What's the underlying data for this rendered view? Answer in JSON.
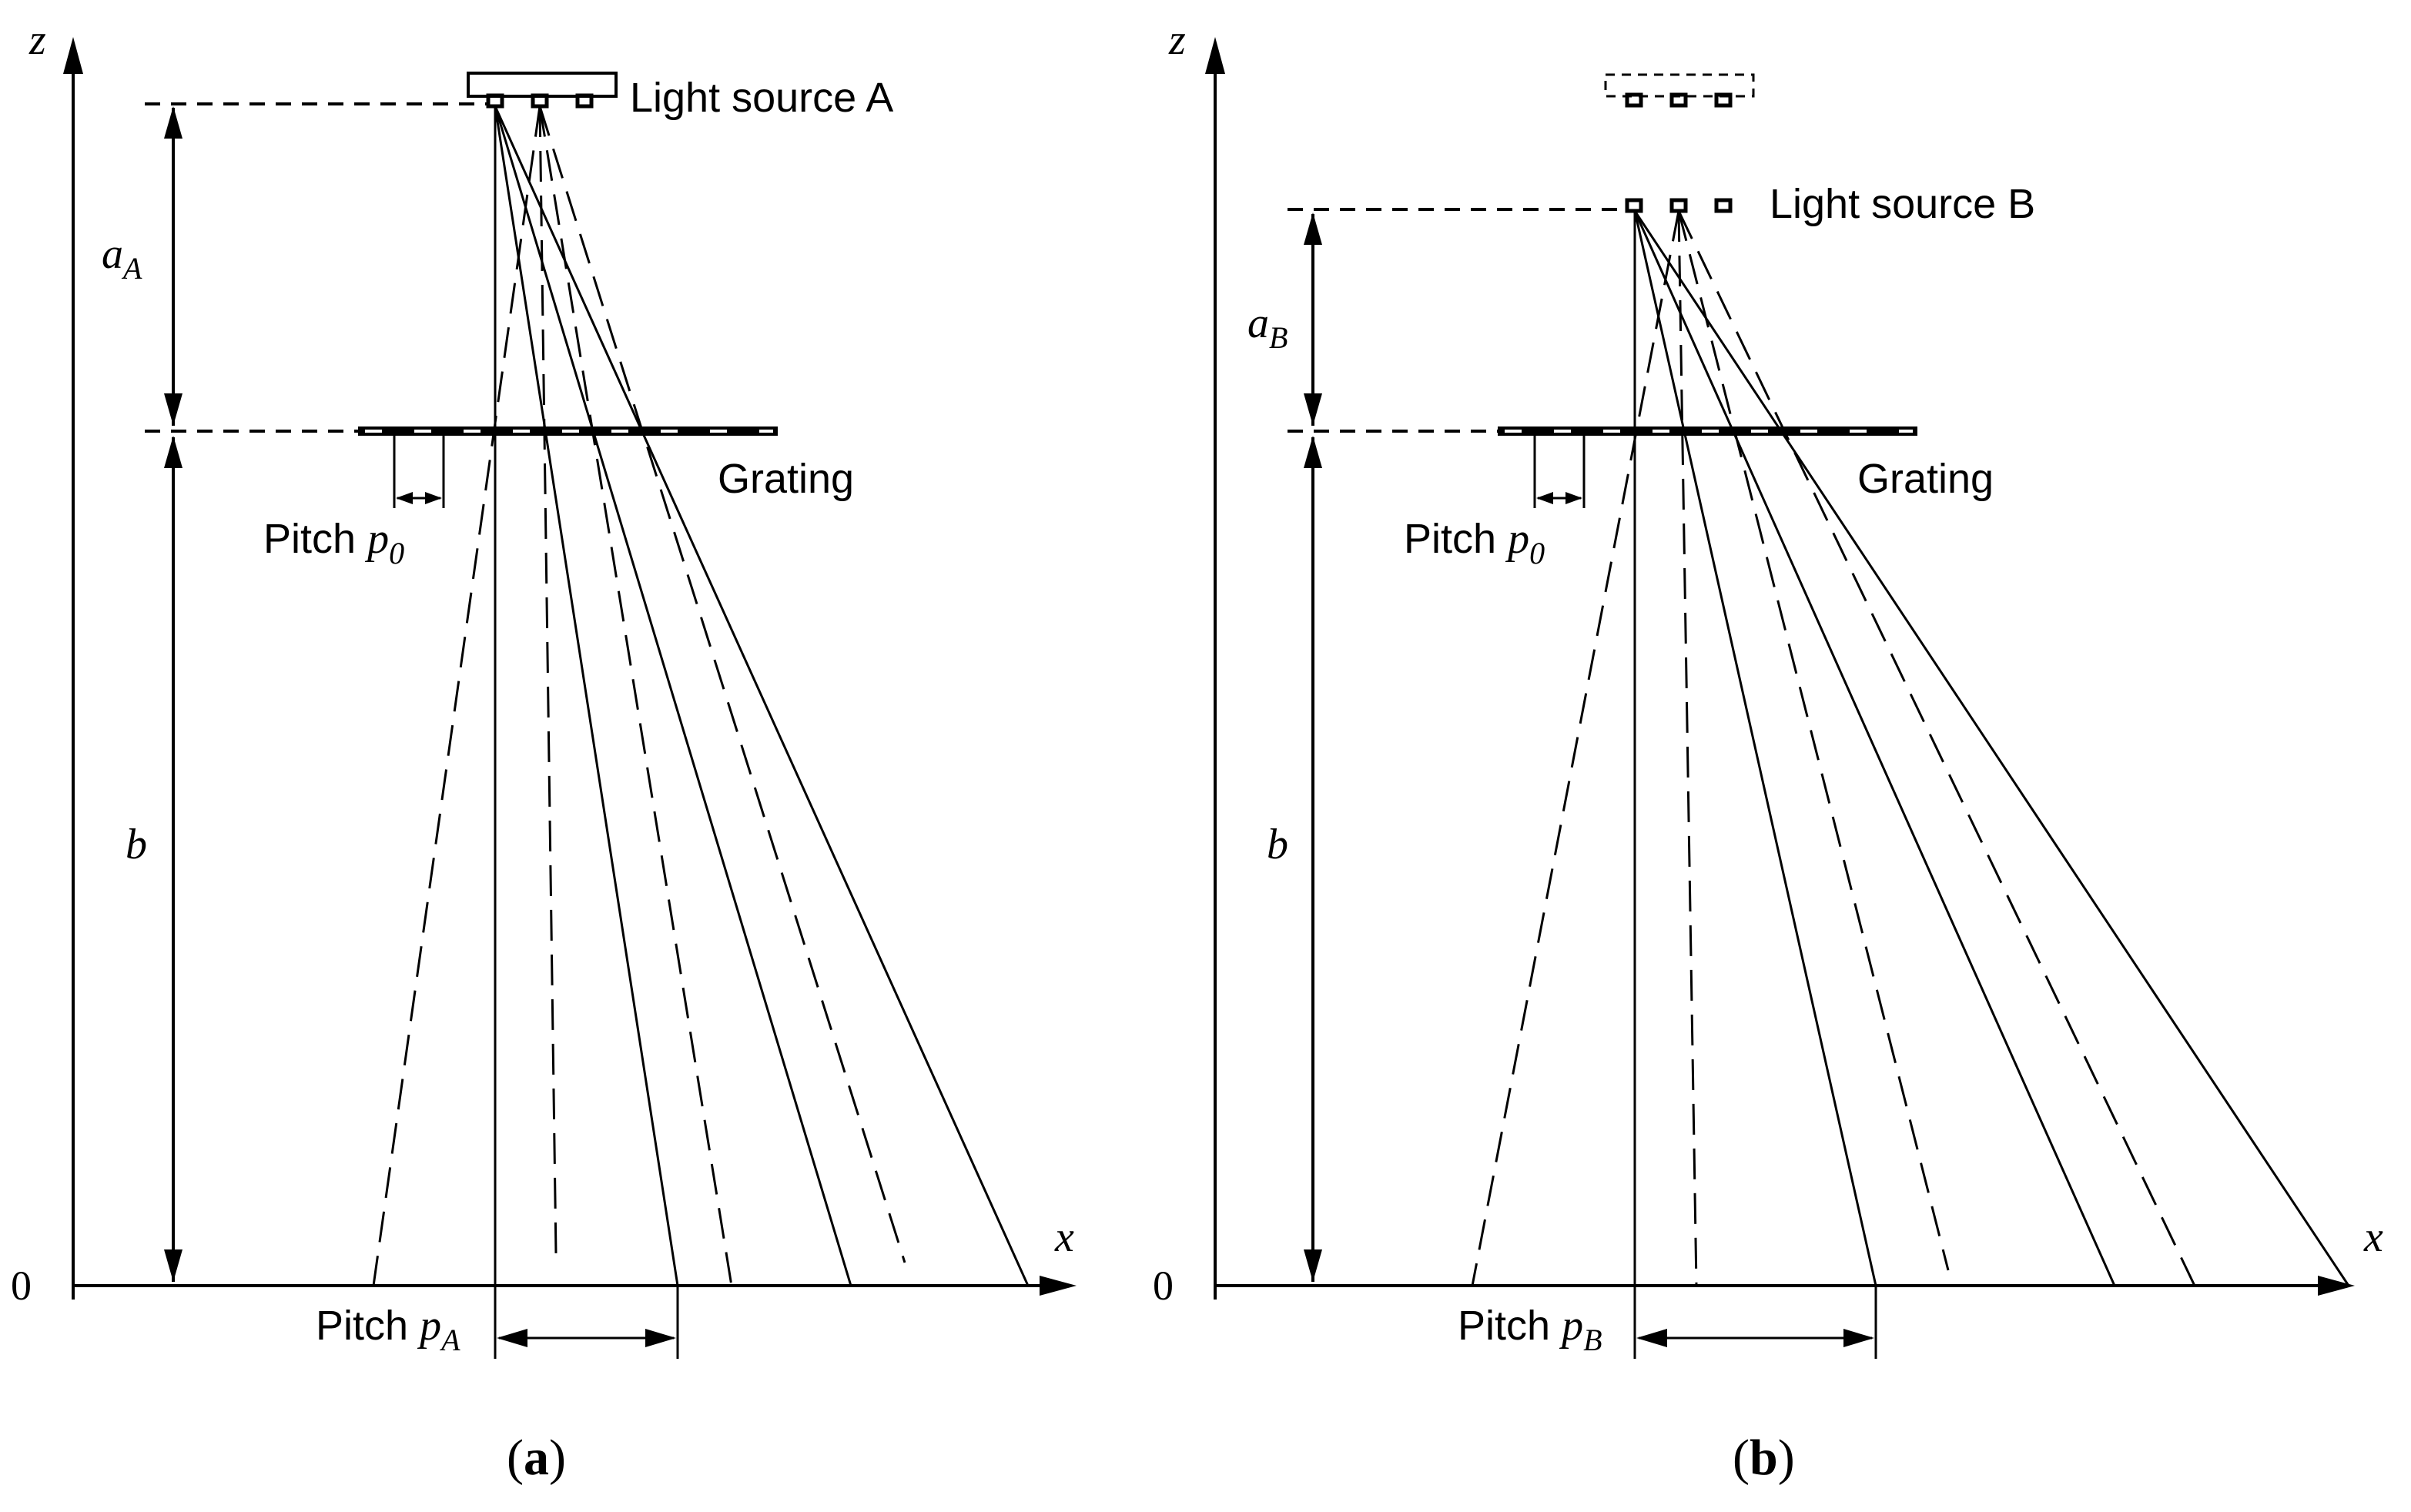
{
  "panels": [
    {
      "id": "a",
      "caption_open": "(",
      "caption_letter": "a",
      "caption_close": ")",
      "axis_z": "z",
      "axis_x": "x",
      "origin": "0",
      "source_label": "Light source A",
      "grating_label": "Grating",
      "dist_top_main": "a",
      "dist_top_sub": "A",
      "dist_bottom": "b",
      "pitch0_text": "Pitch ",
      "pitch0_var": "p",
      "pitch0_sub": "0",
      "pitch_screen_text": "Pitch ",
      "pitch_screen_var": "p",
      "pitch_screen_sub": "A"
    },
    {
      "id": "b",
      "caption_open": "(",
      "caption_letter": "b",
      "caption_close": ")",
      "axis_z": "z",
      "axis_x": "x",
      "origin": "0",
      "source_label": "Light source B",
      "grating_label": "Grating",
      "dist_top_main": "a",
      "dist_top_sub": "B",
      "dist_bottom": "b",
      "pitch0_text": "Pitch ",
      "pitch0_var": "p",
      "pitch0_sub": "0",
      "pitch_screen_text": "Pitch ",
      "pitch_screen_var": "p",
      "pitch_screen_sub": "B"
    }
  ]
}
